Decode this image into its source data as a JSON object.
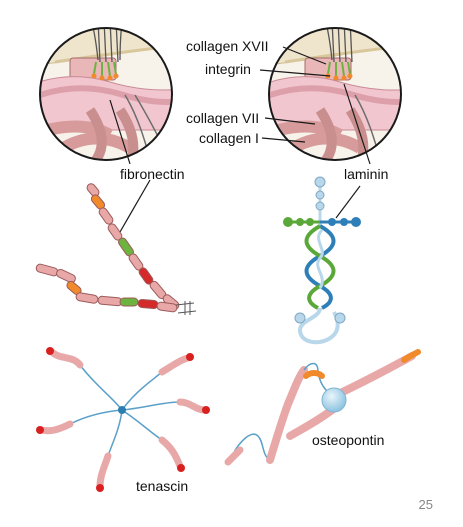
{
  "labels": {
    "collagen_xvii": "collagen XVII",
    "integrin": "integrin",
    "collagen_vii": "collagen VII",
    "collagen_i": "collagen I",
    "fibronectin": "fibronectin",
    "laminin": "laminin",
    "tenascin": "tenascin",
    "osteopontin": "osteopontin"
  },
  "page_number": "25",
  "colors": {
    "fiber_pink": "#e8a8a8",
    "fiber_outline": "#9c5b5b",
    "green_segment": "#6cb33f",
    "red_segment": "#d42a2a",
    "orange_segment": "#f08a2a",
    "laminin_blue": "#2e7fb8",
    "laminin_light": "#b9d7ea",
    "laminin_green": "#5aa83a",
    "tenascin_center": "#2a7fb0",
    "tenascin_tip": "#d92020",
    "osteopontin_ball": "#a9d3ea",
    "membrane_tan": "#e9d9a9",
    "matrix_pink": "#f2c6cf"
  }
}
